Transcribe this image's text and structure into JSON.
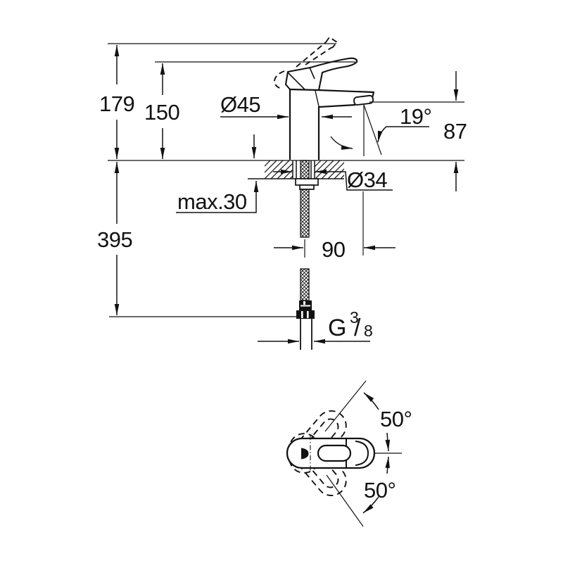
{
  "colors": {
    "ink": "#121212",
    "paper": "#ffffff"
  },
  "side_view": {
    "overall_height": "179",
    "handle_height": "150",
    "body_diameter": "Ø45",
    "spout_angle": "19°",
    "spout_height": "87",
    "deck_max": "max.30",
    "hole_diameter": "Ø34",
    "hose_length": "395",
    "reach": "90",
    "thread_prefix": "G",
    "thread_numerator": "3",
    "thread_slash": "/",
    "thread_denominator": "8"
  },
  "top_view": {
    "swivel_upper": "50°",
    "swivel_lower": "50°"
  }
}
